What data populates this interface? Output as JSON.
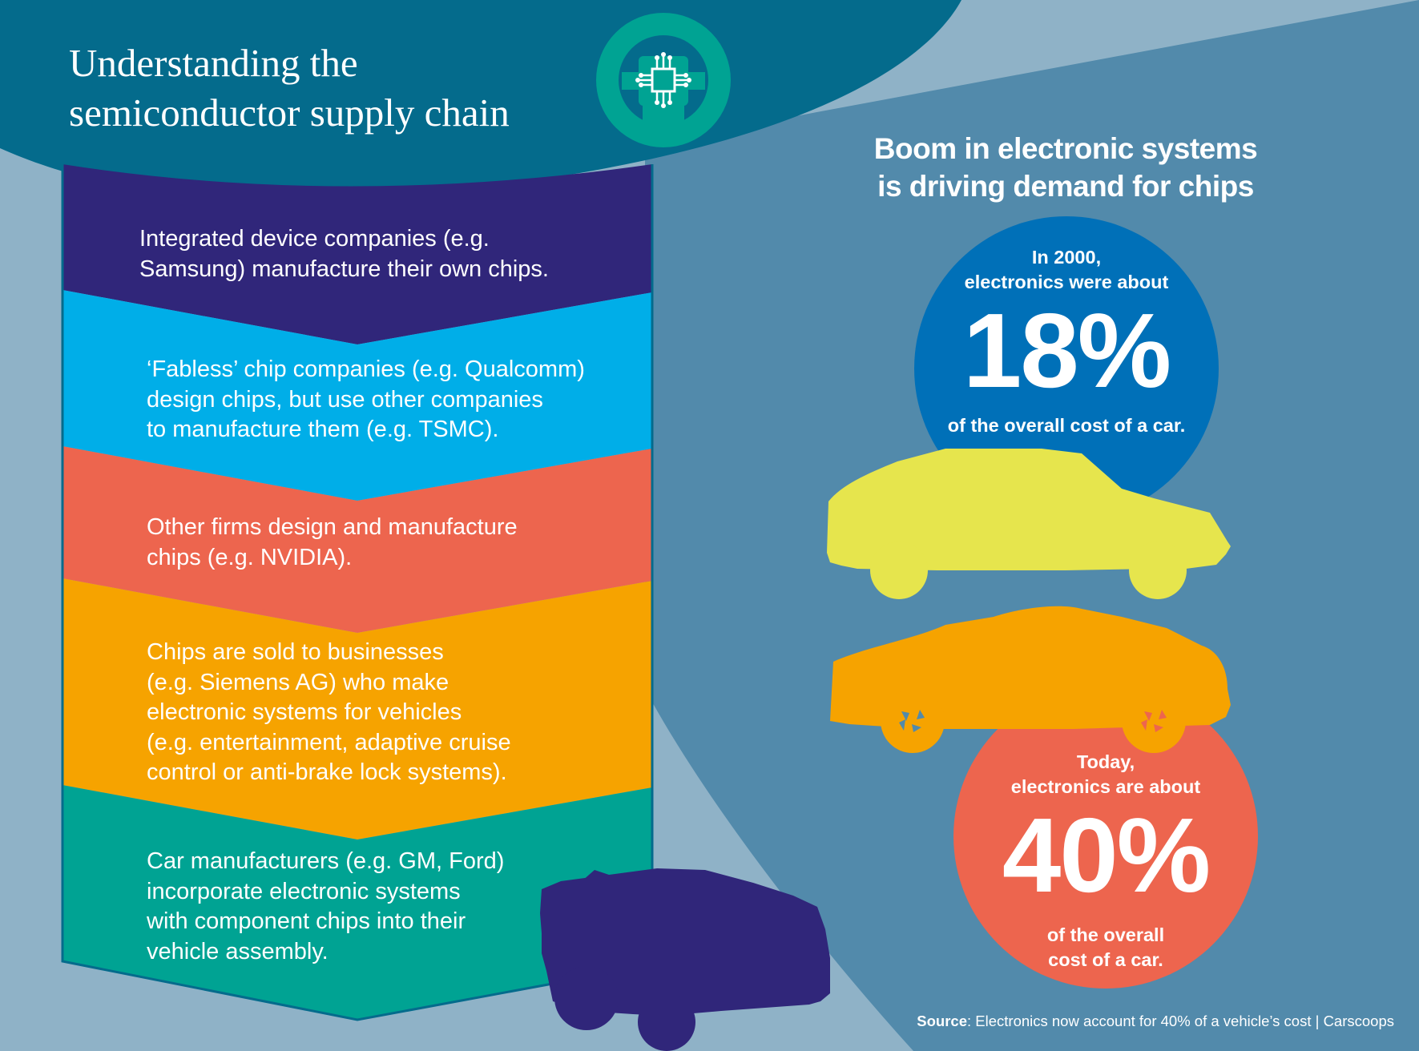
{
  "title": {
    "line1": "Understanding the",
    "line2": "semiconductor supply chain"
  },
  "steps": [
    {
      "lines": [
        "Integrated device companies (e.g.",
        "Samsung) manufacture their own chips."
      ],
      "color": "#30267a"
    },
    {
      "lines": [
        "‘Fabless’ chip companies (e.g. Qualcomm)",
        "design chips, but use other companies",
        "to manufacture them (e.g. TSMC)."
      ],
      "color": "#00aee8"
    },
    {
      "lines": [
        "Other firms design and manufacture",
        "chips (e.g. NVIDIA)."
      ],
      "color": "#ed654e"
    },
    {
      "lines": [
        "Chips are sold to businesses",
        "(e.g. Siemens AG) who make",
        "electronic systems for vehicles",
        "(e.g. entertainment, adaptive cruise",
        "control or anti-brake lock systems)."
      ],
      "color": "#f6a300"
    },
    {
      "lines": [
        "Car manufacturers (e.g. GM, Ford)",
        "incorporate electronic systems",
        "with component chips into their",
        "vehicle assembly."
      ],
      "color": "#00a393"
    }
  ],
  "right_heading": {
    "line1": "Boom in electronic systems",
    "line2": "is driving demand for chips"
  },
  "stats": [
    {
      "intro": [
        "In 2000,",
        "electronics were about"
      ],
      "value": "18%",
      "outro": [
        "of the overall cost of a car."
      ],
      "color": "#0070b8"
    },
    {
      "intro": [
        "Today,",
        "electronics are about"
      ],
      "value": "40%",
      "outro": [
        "of the overall",
        "cost of a car."
      ],
      "color": "#ed654e"
    }
  ],
  "source": {
    "label": "Source",
    "text": ": Electronics now account for 40% of a vehicle’s cost | Carscoops"
  },
  "icons": [
    "steering-wheel-chip-icon",
    "suv-silhouette-icon",
    "hatchback-silhouette-icon",
    "pickup-truck-silhouette-icon"
  ],
  "colors": {
    "dark_teal": "#046b8c",
    "steel_blue": "#528aab",
    "light_blue": "#8fb2c7",
    "steering_green": "#00a393",
    "yellow_car": "#e6e54d",
    "orange_car": "#f6a300",
    "navy_truck": "#30267a"
  }
}
